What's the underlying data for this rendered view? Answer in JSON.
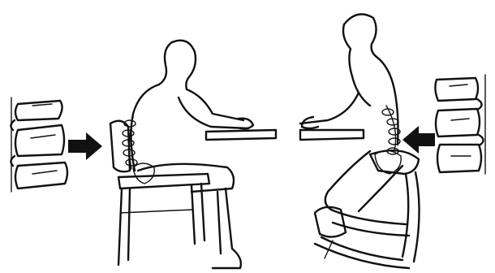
{
  "figure": {
    "panels": [
      {
        "posture": "conventional-chair-sitting",
        "spine_curve": "flattened-lumbar"
      },
      {
        "posture": "kneeling-chair-sitting",
        "spine_curve": "natural-lumbar-lordosis"
      }
    ],
    "arrows": [
      {
        "direction": "right",
        "target": "left-figure-lower-back"
      },
      {
        "direction": "left",
        "target": "right-figure-lower-back"
      }
    ],
    "colors": {
      "ink": "#111111",
      "background": "#ffffff"
    }
  }
}
